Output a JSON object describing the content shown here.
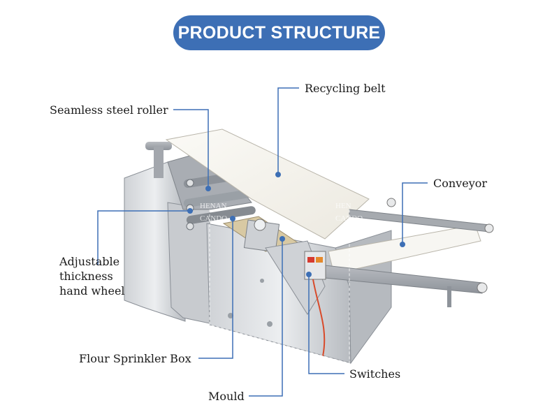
{
  "header": {
    "title": "PRODUCT STRUCTURE"
  },
  "colors": {
    "accent": "#3d6fb5",
    "leader": "#3d6fb5",
    "text": "#1a1a1a"
  },
  "watermark": {
    "line1": "HENAN",
    "line2": "CANDO",
    "line3": "HEN",
    "line4": "CANDO"
  },
  "labels": {
    "recycling_belt": "Recycling belt",
    "seamless_steel_roller": "Seamless steel roller",
    "conveyor": "Conveyor",
    "adjustable_thickness_line1": "Adjustable",
    "adjustable_thickness_line2": "thickness",
    "adjustable_thickness_line3": "hand wheel",
    "flour_sprinkler_box": "Flour Sprinkler Box",
    "switches": "Switches",
    "mould": "Mould"
  }
}
